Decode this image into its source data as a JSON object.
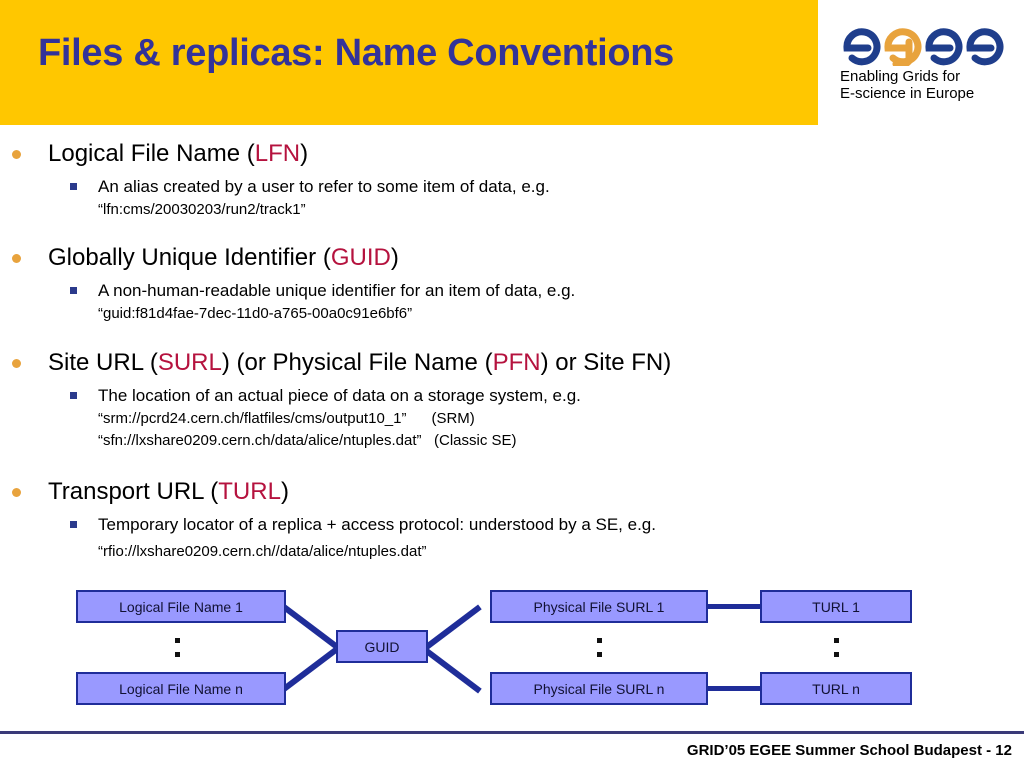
{
  "slide": {
    "title": "Files & replicas: Name Conventions",
    "accent_gold": "#FFC700",
    "title_color": "#333399",
    "keyword_color": "#B5123E",
    "node_fill": "#9999FF",
    "node_border": "#1F2D99"
  },
  "logo": {
    "wordmark": "egee",
    "tagline_line1": "Enabling Grids for",
    "tagline_line2": "E-science in Europe",
    "letter_colors": [
      "#1F3E8C",
      "#E8A33D",
      "#1F3E8C",
      "#1F3E8C"
    ]
  },
  "bullets": [
    {
      "title_prefix": "Logical File Name (",
      "title_keyword": "LFN",
      "title_suffix": ")",
      "sub": "An alias created by a user to refer to some item of data, e.g.",
      "examples": [
        "“lfn:cms/20030203/run2/track1”"
      ]
    },
    {
      "title_prefix": "Globally Unique Identifier (",
      "title_keyword": "GUID",
      "title_suffix": ")",
      "sub": "A non-human-readable unique identifier for an item of data, e.g.",
      "examples": [
        "“guid:f81d4fae-7dec-11d0-a765-00a0c91e6bf6”"
      ]
    },
    {
      "title_prefix": "Site URL (",
      "title_keyword": "SURL",
      "title_mid": ")  (or Physical File Name (",
      "title_keyword2": "PFN",
      "title_suffix": ") or Site FN)",
      "sub": "The location of an actual piece of data on a storage system, e.g.",
      "examples": [
        "“srm://pcrd24.cern.ch/flatfiles/cms/output10_1”      (SRM)",
        "“sfn://lxshare0209.cern.ch/data/alice/ntuples.dat”   (Classic SE)"
      ]
    },
    {
      "title_prefix": "Transport URL (",
      "title_keyword": "TURL",
      "title_suffix": ")",
      "sub": "Temporary locator of a replica + access protocol: understood by a SE, e.g.",
      "examples": [
        "“rfio://lxshare0209.cern.ch//data/alice/ntuples.dat”"
      ]
    }
  ],
  "diagram": {
    "nodes": {
      "lfn1": "Logical File Name 1",
      "lfnN": "Logical File Name n",
      "guid": "GUID",
      "surl1": "Physical File SURL 1",
      "surlN": "Physical File SURL n",
      "turl1": "TURL 1",
      "turlN": "TURL n"
    }
  },
  "footer": {
    "text": "GRID’05 EGEE Summer School Budapest - 12"
  }
}
